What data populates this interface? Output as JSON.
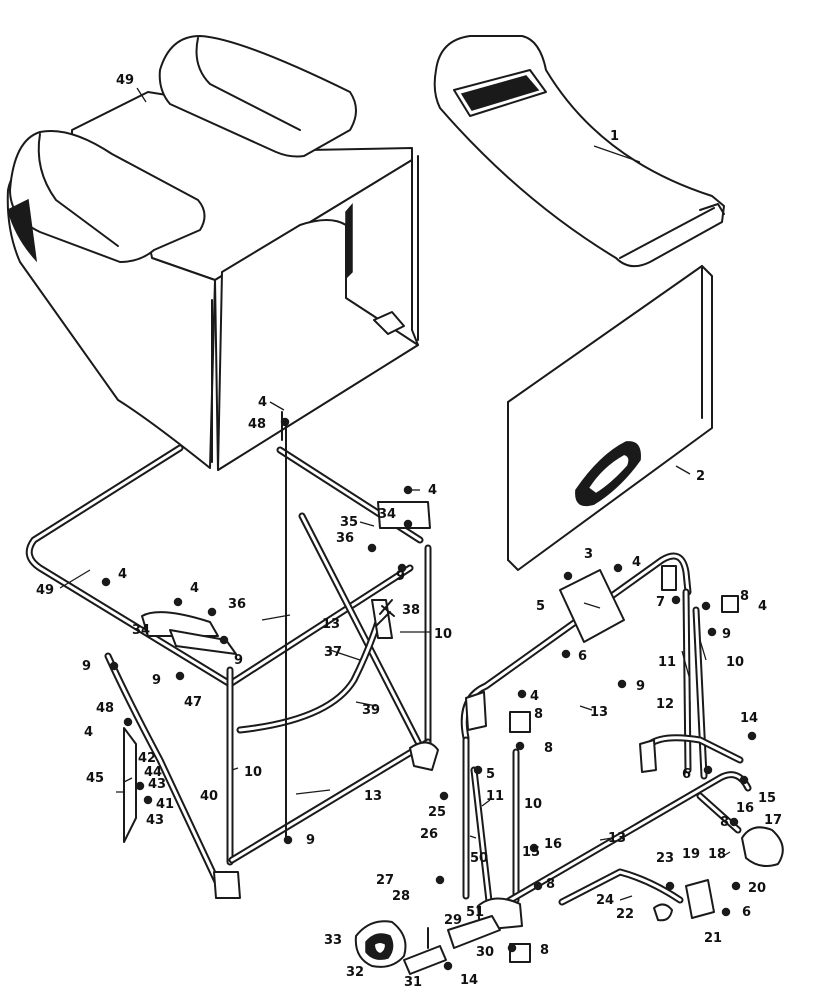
{
  "callouts": [
    {
      "id": "c49a",
      "text": "49"
    },
    {
      "id": "c1",
      "text": "1"
    },
    {
      "id": "c4a",
      "text": "4"
    },
    {
      "id": "c48a",
      "text": "48"
    },
    {
      "id": "c2",
      "text": "2"
    },
    {
      "id": "c4b",
      "text": "4"
    },
    {
      "id": "c35",
      "text": "35"
    },
    {
      "id": "c36a",
      "text": "36"
    },
    {
      "id": "c34a",
      "text": "34"
    },
    {
      "id": "c9a",
      "text": "9"
    },
    {
      "id": "c49b",
      "text": "49"
    },
    {
      "id": "c4c",
      "text": "4"
    },
    {
      "id": "c4d",
      "text": "4"
    },
    {
      "id": "c36b",
      "text": "36"
    },
    {
      "id": "c38",
      "text": "38"
    },
    {
      "id": "c10a",
      "text": "10"
    },
    {
      "id": "c13a",
      "text": "13"
    },
    {
      "id": "c34b",
      "text": "34"
    },
    {
      "id": "c9b",
      "text": "9"
    },
    {
      "id": "c37",
      "text": "37"
    },
    {
      "id": "c9c",
      "text": "9"
    },
    {
      "id": "c9d",
      "text": "9"
    },
    {
      "id": "c47",
      "text": "47"
    },
    {
      "id": "c48b",
      "text": "48"
    },
    {
      "id": "c39",
      "text": "39"
    },
    {
      "id": "c4e",
      "text": "4"
    },
    {
      "id": "c42",
      "text": "42"
    },
    {
      "id": "c45",
      "text": "45"
    },
    {
      "id": "c44",
      "text": "44"
    },
    {
      "id": "c43a",
      "text": "43"
    },
    {
      "id": "c41",
      "text": "41"
    },
    {
      "id": "c40",
      "text": "40"
    },
    {
      "id": "c10b",
      "text": "10"
    },
    {
      "id": "c43b",
      "text": "43"
    },
    {
      "id": "c13b",
      "text": "13"
    },
    {
      "id": "c9e",
      "text": "9"
    },
    {
      "id": "c3",
      "text": "3"
    },
    {
      "id": "c4f",
      "text": "4"
    },
    {
      "id": "c5a",
      "text": "5"
    },
    {
      "id": "c7",
      "text": "7"
    },
    {
      "id": "c8a",
      "text": "8"
    },
    {
      "id": "c4g",
      "text": "4"
    },
    {
      "id": "c9f",
      "text": "9"
    },
    {
      "id": "c10c",
      "text": "10"
    },
    {
      "id": "c6a",
      "text": "6"
    },
    {
      "id": "c11a",
      "text": "11"
    },
    {
      "id": "c9g",
      "text": "9"
    },
    {
      "id": "c12",
      "text": "12"
    },
    {
      "id": "c4h",
      "text": "4"
    },
    {
      "id": "c8b",
      "text": "8"
    },
    {
      "id": "c13c",
      "text": "13"
    },
    {
      "id": "c14a",
      "text": "14"
    },
    {
      "id": "c8c",
      "text": "8"
    },
    {
      "id": "c5b",
      "text": "5"
    },
    {
      "id": "c6b",
      "text": "6"
    },
    {
      "id": "c16a",
      "text": "16"
    },
    {
      "id": "c15a",
      "text": "15"
    },
    {
      "id": "c25",
      "text": "25"
    },
    {
      "id": "c11b",
      "text": "11"
    },
    {
      "id": "c10d",
      "text": "10"
    },
    {
      "id": "c8d",
      "text": "8"
    },
    {
      "id": "c17",
      "text": "17"
    },
    {
      "id": "c13d",
      "text": "13"
    },
    {
      "id": "c18",
      "text": "18"
    },
    {
      "id": "c26a",
      "text": "26"
    },
    {
      "id": "c16b",
      "text": "16"
    },
    {
      "id": "c15b",
      "text": "15"
    },
    {
      "id": "c50",
      "text": "50"
    },
    {
      "id": "c23",
      "text": "23"
    },
    {
      "id": "c19",
      "text": "19"
    },
    {
      "id": "c27",
      "text": "27"
    },
    {
      "id": "c8e",
      "text": "8"
    },
    {
      "id": "c20",
      "text": "20"
    },
    {
      "id": "c28",
      "text": "28"
    },
    {
      "id": "c24",
      "text": "24"
    },
    {
      "id": "c6c",
      "text": "6"
    },
    {
      "id": "c51",
      "text": "51"
    },
    {
      "id": "c22",
      "text": "22"
    },
    {
      "id": "c29",
      "text": "29"
    },
    {
      "id": "c21",
      "text": "21"
    },
    {
      "id": "c33",
      "text": "33"
    },
    {
      "id": "c30",
      "text": "30"
    },
    {
      "id": "c8f",
      "text": "8"
    },
    {
      "id": "c32",
      "text": "32"
    },
    {
      "id": "c31",
      "text": "31"
    },
    {
      "id": "c14b",
      "text": "14"
    }
  ]
}
